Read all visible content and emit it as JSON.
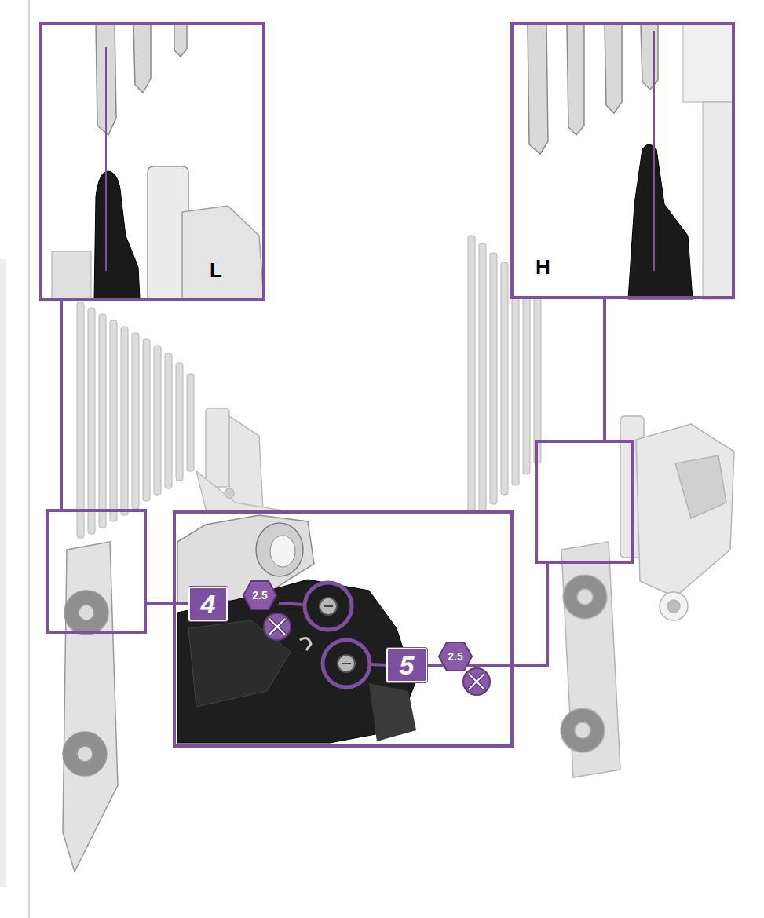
{
  "diagram": {
    "nodes": [
      {
        "text": [
          "L"
        ]
      },
      {
        "text": [
          "H"
        ]
      },
      {
        "text": [
          "4"
        ]
      },
      {
        "text": [
          "2.5"
        ]
      },
      {
        "text": [
          "5"
        ]
      },
      {
        "text": [
          "2.5"
        ]
      }
    ],
    "edges": [
      {
        "from": 0,
        "to": 2,
        "arrow": "none"
      },
      {
        "from": 1,
        "to": 4,
        "arrow": "none"
      }
    ]
  }
}
